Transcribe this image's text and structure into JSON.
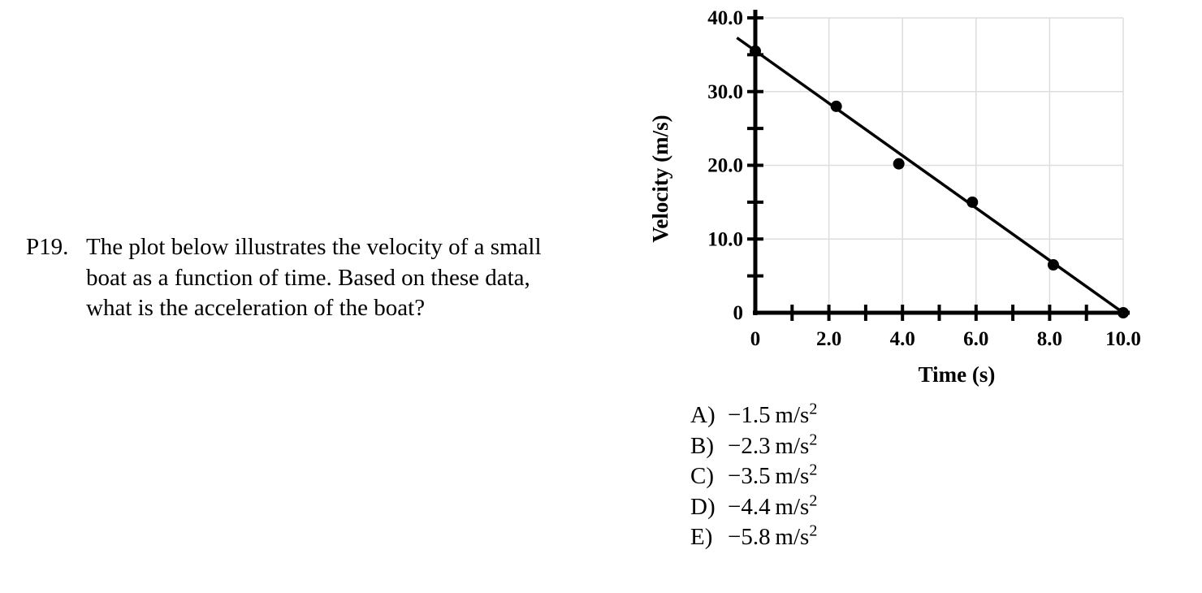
{
  "problem": {
    "number": "P19.",
    "text": "The plot below illustrates the velocity of a small boat as a function of time.  Based on these data, what is the acceleration of the boat?"
  },
  "choices": [
    {
      "letter": "A)",
      "value": "−1.5",
      "unit": "m/s",
      "exp": "2"
    },
    {
      "letter": "B)",
      "value": "−2.3",
      "unit": "m/s",
      "exp": "2"
    },
    {
      "letter": "C)",
      "value": "−3.5",
      "unit": "m/s",
      "exp": "2"
    },
    {
      "letter": "D)",
      "value": "−4.4",
      "unit": "m/s",
      "exp": "2"
    },
    {
      "letter": "E)",
      "value": "−5.8",
      "unit": "m/s",
      "exp": "2"
    }
  ],
  "chart_data": {
    "type": "scatter",
    "title": "",
    "xlabel": "Time (s)",
    "ylabel": "Velocity (m/s)",
    "xlim": [
      0,
      10
    ],
    "ylim": [
      0,
      40
    ],
    "grid": true,
    "x_ticks": [
      0,
      2,
      4,
      6,
      8,
      10
    ],
    "x_tick_labels": [
      "0",
      "2.0",
      "4.0",
      "6.0",
      "8.0",
      "10.0"
    ],
    "y_ticks": [
      0,
      10,
      20,
      30,
      40
    ],
    "y_tick_labels": [
      "0",
      "10.0",
      "20.0",
      "30.0",
      "40.0"
    ],
    "series": [
      {
        "x": [
          0,
          2.2,
          3.9,
          5.9,
          8.1,
          10.0
        ],
        "y": [
          35.5,
          28.0,
          20.2,
          15.0,
          6.5,
          0
        ]
      }
    ],
    "fit_line": {
      "x": [
        -0.5,
        10.0
      ],
      "y": [
        37.3,
        0
      ]
    },
    "colors": {
      "points": "#000000",
      "line": "#000000",
      "grid": "#dddddd",
      "axes": "#000000"
    }
  }
}
